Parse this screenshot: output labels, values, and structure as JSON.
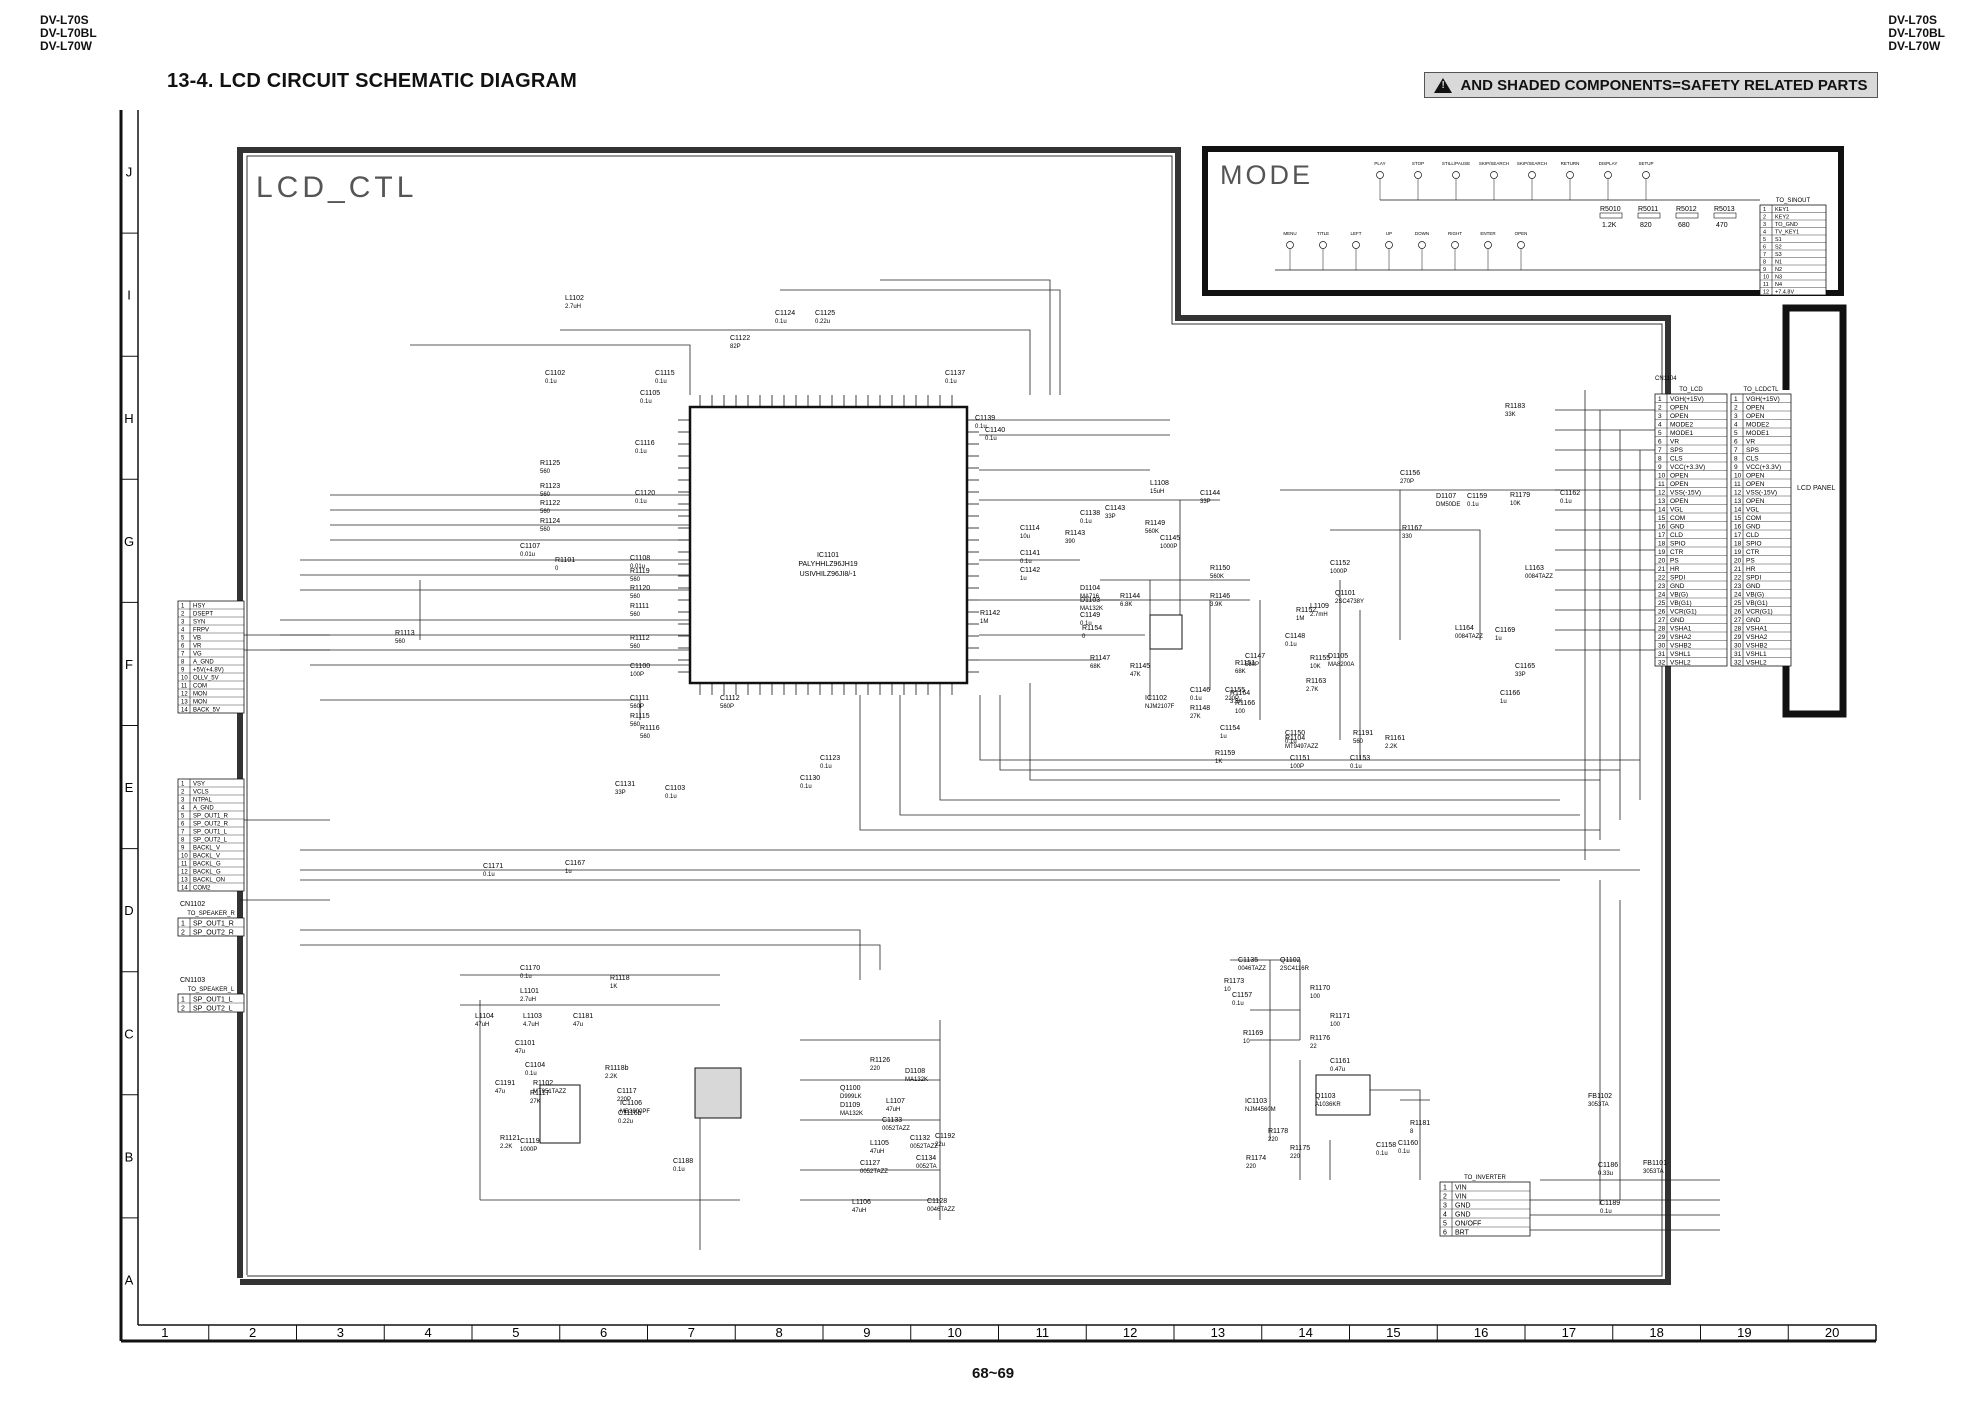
{
  "models": [
    "DV-L70S",
    "DV-L70BL",
    "DV-L70W"
  ],
  "title": "13-4. LCD CIRCUIT SCHEMATIC DIAGRAM",
  "safety_note": "AND SHADED COMPONENTS=SAFETY RELATED PARTS",
  "page_number": "68~69",
  "grid": {
    "rows": [
      "J",
      "I",
      "H",
      "G",
      "F",
      "E",
      "D",
      "C",
      "B",
      "A"
    ],
    "columns": [
      "1",
      "2",
      "3",
      "4",
      "5",
      "6",
      "7",
      "8",
      "9",
      "10",
      "11",
      "12",
      "13",
      "14",
      "15",
      "16",
      "17",
      "18",
      "19",
      "20"
    ]
  },
  "blocks": {
    "lcd_ctl": "LCD_CTL",
    "mode": "MODE"
  },
  "ic": {
    "ref": "IC1101",
    "part": "PALYHHLZ96JH19",
    "alt": "USIVHILZ96JI8/-1"
  },
  "panel_label": "LCD PANEL",
  "connectors": {
    "cn1104": "CN1104",
    "cn1102": "CN1102",
    "cn1103": "CN1103",
    "to_lcd": "TO_LCD",
    "to_lcd_ctl": "TO_LCDCTL",
    "to_speaker_r": "TO_SPEAKER_R",
    "to_speaker_l": "TO_SPEAKER_L",
    "to_inverter": "TO_INVERTER",
    "to_sinout": "TO_SINOUT"
  },
  "lcd_pins": [
    "VGH(+15V)",
    "OPEN",
    "OPEN",
    "MODE2",
    "MODE1",
    "VR",
    "SPS",
    "CLS",
    "VCC(+3.3V)",
    "OPEN",
    "OPEN",
    "VSS(-15V)",
    "OPEN",
    "VGL",
    "COM",
    "GND",
    "CLD",
    "SPIO",
    "CTR",
    "PS",
    "HR",
    "SPDI",
    "GND",
    "VB(G)",
    "VB(G1)",
    "VCR(G1)",
    "GND",
    "VSHA1",
    "VSHA2",
    "VSHB2",
    "VSHL1",
    "VSHL2"
  ],
  "left_conn_a": [
    "HSY",
    "DSEPT",
    "SYN",
    "FRPV",
    "VB",
    "VR",
    "VG",
    "A_GND",
    "+5V(+4.8V)",
    "OLLV_5V",
    "COM",
    "MON",
    "MON",
    "BACK_5V"
  ],
  "left_conn_b": [
    "VSY",
    "VCLS",
    "NTPAL",
    "A_GND",
    "SP_OUT1_R",
    "SP_OUT2_R",
    "SP_OUT1_L",
    "SP_OUT2_L",
    "BACKL_V",
    "BACKL_V",
    "BACKL_G",
    "BACKL_G",
    "BACKL_ON",
    "COM2"
  ],
  "speaker_r_pins": [
    "SP_OUT1_R",
    "SP_OUT2_R"
  ],
  "speaker_l_pins": [
    "SP_OUT1_L",
    "SP_OUT2_L"
  ],
  "inverter_pins": [
    "VIN",
    "VIN",
    "GND",
    "GND",
    "ON/OFF",
    "BRT"
  ],
  "sinout_pins": [
    "KEY1",
    "KEY2",
    "TO_GND",
    "TV_KEY1",
    "S1",
    "S2",
    "S3",
    "N1",
    "N2",
    "N3",
    "N4",
    "+7.4.8V"
  ],
  "mode_switches": [
    "PLAY",
    "STOP",
    "STILL/PAUSE",
    "SKIP/SEARCH",
    "SKIP/SEARCH",
    "RETURN",
    "DISPLAY",
    "SETUP",
    "MENU",
    "TITLE",
    "LEFT",
    "UP",
    "DOWN",
    "RIGHT",
    "ENTER",
    "OPEN"
  ],
  "components": [
    {
      "ref": "L1102",
      "val": "2.7uH"
    },
    {
      "ref": "C1102",
      "val": "0.1u"
    },
    {
      "ref": "C1115",
      "val": "0.1u"
    },
    {
      "ref": "C1105",
      "val": "0.1u"
    },
    {
      "ref": "C1122",
      "val": "82P"
    },
    {
      "ref": "C1124",
      "val": "0.1u"
    },
    {
      "ref": "C1125",
      "val": "0.22u"
    },
    {
      "ref": "C1137",
      "val": "0.1u"
    },
    {
      "ref": "C1139",
      "val": "0.1u"
    },
    {
      "ref": "C1140",
      "val": "0.1u"
    },
    {
      "ref": "C1116",
      "val": "0.1u"
    },
    {
      "ref": "C1120",
      "val": "0.1u"
    },
    {
      "ref": "R1125",
      "val": "560"
    },
    {
      "ref": "R1123",
      "val": "560"
    },
    {
      "ref": "R1122",
      "val": "560"
    },
    {
      "ref": "R1124",
      "val": "560"
    },
    {
      "ref": "C1107",
      "val": "0.01u"
    },
    {
      "ref": "R1101",
      "val": "0"
    },
    {
      "ref": "C1108",
      "val": "0.01u"
    },
    {
      "ref": "R1119",
      "val": "560"
    },
    {
      "ref": "R1120",
      "val": "560"
    },
    {
      "ref": "R1111",
      "val": "560"
    },
    {
      "ref": "R1112",
      "val": "560"
    },
    {
      "ref": "R1113",
      "val": "560"
    },
    {
      "ref": "C1100",
      "val": "100P"
    },
    {
      "ref": "C1111",
      "val": "560P"
    },
    {
      "ref": "R1115",
      "val": "560"
    },
    {
      "ref": "R1116",
      "val": "560"
    },
    {
      "ref": "C1112",
      "val": "560P"
    },
    {
      "ref": "C1123",
      "val": "0.1u"
    },
    {
      "ref": "C1130",
      "val": "0.1u"
    },
    {
      "ref": "C1131",
      "val": "33P"
    },
    {
      "ref": "C1103",
      "val": "0.1u"
    },
    {
      "ref": "C1114",
      "val": "10u"
    },
    {
      "ref": "C1141",
      "val": "0.1u"
    },
    {
      "ref": "C1142",
      "val": "1u"
    },
    {
      "ref": "R1142",
      "val": "1M"
    },
    {
      "ref": "C1138",
      "val": "0.1u"
    },
    {
      "ref": "R1143",
      "val": "390"
    },
    {
      "ref": "C1143",
      "val": "33P"
    },
    {
      "ref": "L1108",
      "val": "15uH"
    },
    {
      "ref": "R1149",
      "val": "560K"
    },
    {
      "ref": "C1145",
      "val": "1000P"
    },
    {
      "ref": "C1144",
      "val": "33P"
    },
    {
      "ref": "R1150",
      "val": "560K"
    },
    {
      "ref": "D1104",
      "val": "MA716"
    },
    {
      "ref": "D1103",
      "val": "MA132K"
    },
    {
      "ref": "C1149",
      "val": "0.1u"
    },
    {
      "ref": "R1154",
      "val": "0"
    },
    {
      "ref": "R1144",
      "val": "6.8K"
    },
    {
      "ref": "R1146",
      "val": "3.9K"
    },
    {
      "ref": "R1147",
      "val": "68K"
    },
    {
      "ref": "R1145",
      "val": "47K"
    },
    {
      "ref": "IC1102",
      "val": "NJM2107F"
    },
    {
      "ref": "C1146",
      "val": "0.1u"
    },
    {
      "ref": "R1148",
      "val": "27K"
    },
    {
      "ref": "R1151",
      "val": "68K"
    },
    {
      "ref": "C1147",
      "val": "560P"
    },
    {
      "ref": "C1148",
      "val": "0.1u"
    },
    {
      "ref": "R1152",
      "val": "1M"
    },
    {
      "ref": "R1155",
      "val": "10K"
    },
    {
      "ref": "D1105",
      "val": "MA8200A"
    },
    {
      "ref": "L1109",
      "val": "2.7mH"
    },
    {
      "ref": "C1152",
      "val": "1000P"
    },
    {
      "ref": "Q1101",
      "val": "2SC4738Y"
    },
    {
      "ref": "R1163",
      "val": "2.7K"
    },
    {
      "ref": "R1166",
      "val": "100"
    },
    {
      "ref": "C1155",
      "val": "220P"
    },
    {
      "ref": "C1154",
      "val": "1u"
    },
    {
      "ref": "R1164",
      "val": "3.3K"
    },
    {
      "ref": "C1150",
      "val": "0.1u"
    },
    {
      "ref": "C1151",
      "val": "100P"
    },
    {
      "ref": "R1159",
      "val": "1K"
    },
    {
      "ref": "R1104",
      "val": "MT9497AZZ"
    },
    {
      "ref": "R1191",
      "val": "560"
    },
    {
      "ref": "C1153",
      "val": "0.1u"
    },
    {
      "ref": "R1161",
      "val": "2.2K"
    },
    {
      "ref": "C1156",
      "val": "270P"
    },
    {
      "ref": "R1167",
      "val": "330"
    },
    {
      "ref": "D1107",
      "val": "DM50DE"
    },
    {
      "ref": "C1159",
      "val": "0.1u"
    },
    {
      "ref": "R1179",
      "val": "10K"
    },
    {
      "ref": "C1162",
      "val": "0.1u"
    },
    {
      "ref": "R1183",
      "val": "33K"
    },
    {
      "ref": "L1163",
      "val": "0084TAZZ"
    },
    {
      "ref": "L1164",
      "val": "0084TAZZ"
    },
    {
      "ref": "C1169",
      "val": "1u"
    },
    {
      "ref": "C1165",
      "val": "33P"
    },
    {
      "ref": "C1166",
      "val": "1u"
    },
    {
      "ref": "C1167",
      "val": "1u"
    },
    {
      "ref": "C1171",
      "val": "0.1u"
    },
    {
      "ref": "C1170",
      "val": "0.1u"
    },
    {
      "ref": "L1101",
      "val": "2.7uH"
    },
    {
      "ref": "R1118",
      "val": "1K"
    },
    {
      "ref": "L1104",
      "val": "47uH"
    },
    {
      "ref": "L1103",
      "val": "4.7uH"
    },
    {
      "ref": "C1181",
      "val": "47u"
    },
    {
      "ref": "C1101",
      "val": "47u"
    },
    {
      "ref": "C1104",
      "val": "0.1u"
    },
    {
      "ref": "C1191",
      "val": "47u"
    },
    {
      "ref": "R1102",
      "val": "MT951TAZZ"
    },
    {
      "ref": "R1117",
      "val": "27K"
    },
    {
      "ref": "R1118b",
      "val": "2.2K"
    },
    {
      "ref": "C1117",
      "val": "220P"
    },
    {
      "ref": "IC1106",
      "val": "MB3800PF"
    },
    {
      "ref": "C1116b",
      "val": "0.22u"
    },
    {
      "ref": "R1121",
      "val": "2.2K"
    },
    {
      "ref": "C1119",
      "val": "1000P"
    },
    {
      "ref": "C1188",
      "val": "0.1u"
    },
    {
      "ref": "R1126",
      "val": "220"
    },
    {
      "ref": "Q1100",
      "val": "D999LK"
    },
    {
      "ref": "D1108",
      "val": "MA132K"
    },
    {
      "ref": "D1109",
      "val": "MA132K"
    },
    {
      "ref": "L1107",
      "val": "47uH"
    },
    {
      "ref": "C1133",
      "val": "0052TAZZ"
    },
    {
      "ref": "C1132",
      "val": "0052TAZZ"
    },
    {
      "ref": "L1105",
      "val": "47uH"
    },
    {
      "ref": "C1134",
      "val": "0052TA"
    },
    {
      "ref": "C1127",
      "val": "0052TAZZ"
    },
    {
      "ref": "C1192",
      "val": "22u"
    },
    {
      "ref": "L1106",
      "val": "47uH"
    },
    {
      "ref": "C1128",
      "val": "0046TAZZ"
    },
    {
      "ref": "C1135",
      "val": "0046TAZZ"
    },
    {
      "ref": "Q1102",
      "val": "2SC4116R"
    },
    {
      "ref": "R1173",
      "val": "10"
    },
    {
      "ref": "R1170",
      "val": "100"
    },
    {
      "ref": "C1157",
      "val": "0.1u"
    },
    {
      "ref": "R1171",
      "val": "100"
    },
    {
      "ref": "R1176",
      "val": "22"
    },
    {
      "ref": "R1169",
      "val": "10"
    },
    {
      "ref": "C1161",
      "val": "0.47u"
    },
    {
      "ref": "Q1103",
      "val": "A1036KR"
    },
    {
      "ref": "IC1103",
      "val": "NJM4560M"
    },
    {
      "ref": "R1178",
      "val": "220"
    },
    {
      "ref": "R1175",
      "val": "220"
    },
    {
      "ref": "R1174",
      "val": "220"
    },
    {
      "ref": "C1160",
      "val": "0.1u"
    },
    {
      "ref": "C1158",
      "val": "0.1u"
    },
    {
      "ref": "R1181",
      "val": "8"
    },
    {
      "ref": "FB1102",
      "val": "3053TA"
    },
    {
      "ref": "FB1101",
      "val": "3053TA"
    },
    {
      "ref": "C1186",
      "val": "0.33u"
    },
    {
      "ref": "C1189",
      "val": "0.1u"
    }
  ],
  "mode_resistors": [
    {
      "ref": "R5010",
      "val": "1.2K"
    },
    {
      "ref": "R5011",
      "val": "820"
    },
    {
      "ref": "R5012",
      "val": "680"
    },
    {
      "ref": "R5013",
      "val": "470"
    }
  ]
}
